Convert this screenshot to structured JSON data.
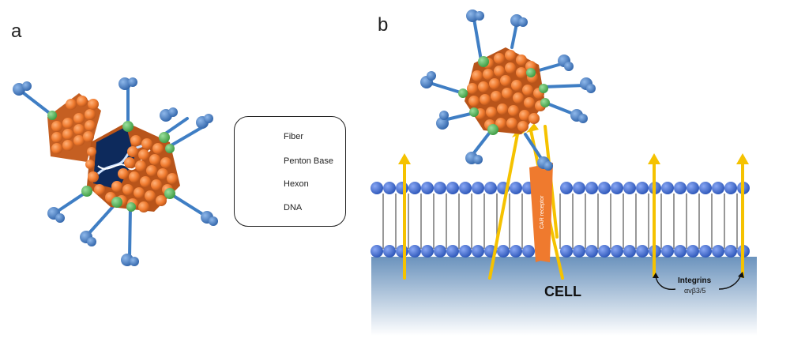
{
  "panels": {
    "a": "a",
    "b": "b"
  },
  "legend": {
    "items": [
      {
        "icon": "fiber-icon",
        "label": "Fiber"
      },
      {
        "icon": "penton-base-icon",
        "label": "Penton Base"
      },
      {
        "icon": "hexon-icon",
        "label": "Hexon"
      },
      {
        "icon": "dna-icon",
        "label": "DNA"
      }
    ]
  },
  "cell": {
    "label": "CELL",
    "receptor": "CAR receptor"
  },
  "integrins": {
    "label": "Integrins",
    "subunits": "αvβ3/5"
  },
  "colors": {
    "fiber": "#3f7ec4",
    "penton": "#4caf50",
    "hexon": "#ef7a2e",
    "capsid_core": "#0d2a5c",
    "membrane_head": "#3a6fd0",
    "integrin": "#f5c200",
    "cytoplasm_top": "#6b93bd"
  }
}
